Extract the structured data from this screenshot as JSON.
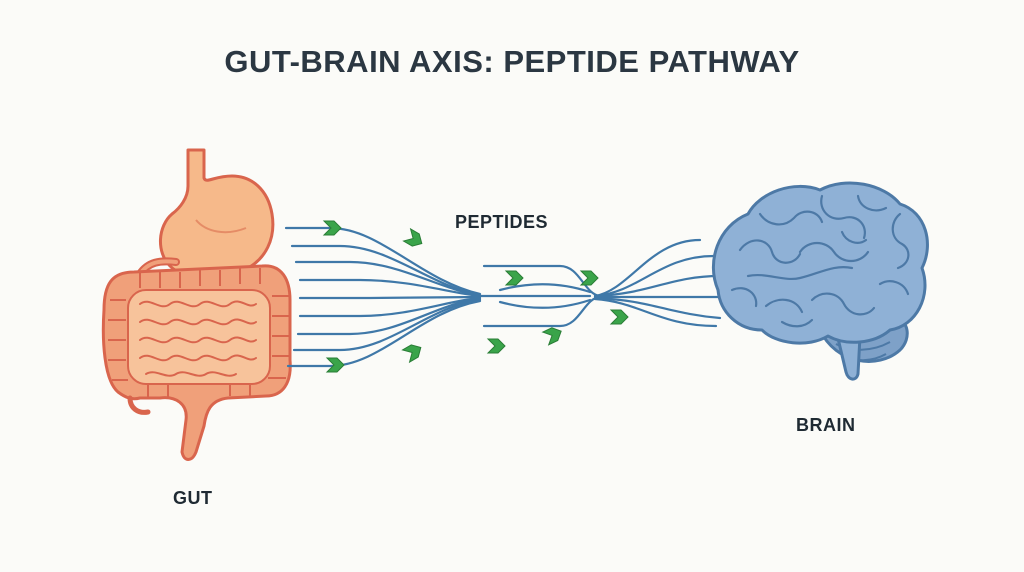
{
  "title": "GUT-BRAIN AXIS: PEPTIDE PATHWAY",
  "labels": {
    "gut": "GUT",
    "peptides": "PEPTIDES",
    "brain": "BRAIN"
  },
  "colors": {
    "gut": "#f0a07a",
    "gut_outline": "#d9654d",
    "stomach": "#f6b98a",
    "pathway": "#3f78a8",
    "peptide": "#3aa44a",
    "brain": "#8fb1d6",
    "brain_outline": "#4d79a6"
  },
  "icons": [
    "gut-organ-icon",
    "brain-organ-icon",
    "peptide-arrow-icon"
  ]
}
